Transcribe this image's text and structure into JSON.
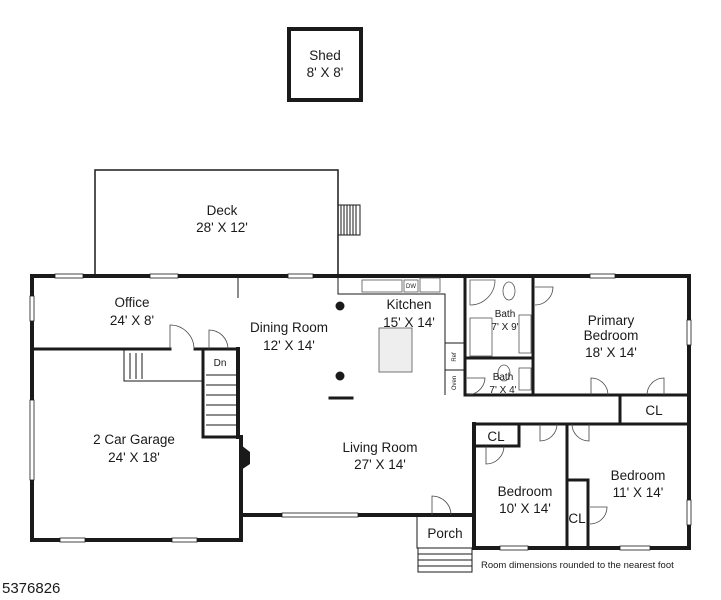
{
  "rooms": {
    "shed": {
      "name": "Shed",
      "size": "8' X 8'"
    },
    "deck": {
      "name": "Deck",
      "size": "28' X 12'"
    },
    "office": {
      "name": "Office",
      "size": "24' X 8'"
    },
    "dining": {
      "name": "Dining Room",
      "size": "12' X 14'"
    },
    "kitchen": {
      "name": "Kitchen",
      "size": "15' X 14'"
    },
    "bath1": {
      "name": "Bath",
      "size": "7' X 9'"
    },
    "bath2": {
      "name": "Bath",
      "size": "7' X 4'"
    },
    "primary": {
      "name1": "Primary",
      "name2": "Bedroom",
      "size": "18' X 14'"
    },
    "garage": {
      "name": "2 Car Garage",
      "size": "24' X 18'"
    },
    "living": {
      "name": "Living Room",
      "size": "27' X 14'"
    },
    "bedroom2": {
      "name": "Bedroom",
      "size": "10' X 14'"
    },
    "bedroom3": {
      "name": "Bedroom",
      "size": "11' X 14'"
    },
    "porch": {
      "name": "Porch"
    }
  },
  "closets": {
    "cl_primary": "CL",
    "cl_bed2": "CL",
    "cl_bed3": "CL"
  },
  "fixtures": {
    "stairs_down": "Dn",
    "fridge": "Ref",
    "oven": "Oven",
    "dishwasher": "DW"
  },
  "footnote": "Room dimensions rounded to the nearest foot",
  "listing_id": "5376826"
}
